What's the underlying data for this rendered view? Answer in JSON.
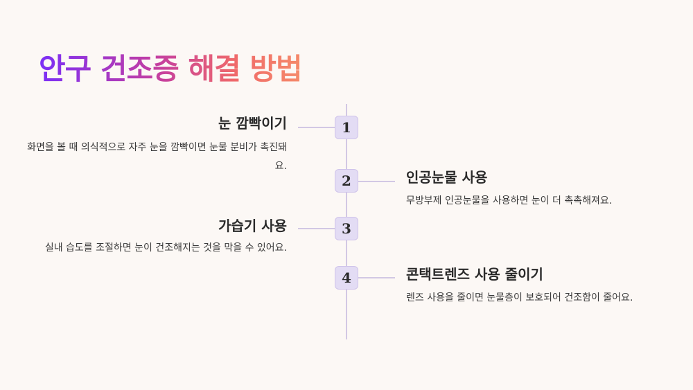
{
  "title": "안구 건조증 해결 방법",
  "steps": [
    {
      "number": "1",
      "heading": "눈 깜빡이기",
      "description": "화면을 볼 때 의식적으로 자주 눈을 깜빡이면 눈물 분비가 촉진돼요."
    },
    {
      "number": "2",
      "heading": "인공눈물 사용",
      "description": "무방부제 인공눈물을 사용하면 눈이 더 촉촉해져요."
    },
    {
      "number": "3",
      "heading": "가습기 사용",
      "description": "실내 습도를 조절하면 눈이 건조해지는 것을 막을 수 있어요."
    },
    {
      "number": "4",
      "heading": "콘택트렌즈 사용 줄이기",
      "description": "렌즈 사용을 줄이면 눈물층이 보호되어 건조함이 줄어요."
    }
  ],
  "colors": {
    "accent_start": "#7b2ff7",
    "accent_end": "#f58a6a",
    "badge": "#e3dcf4",
    "line": "#d2c8e4"
  }
}
